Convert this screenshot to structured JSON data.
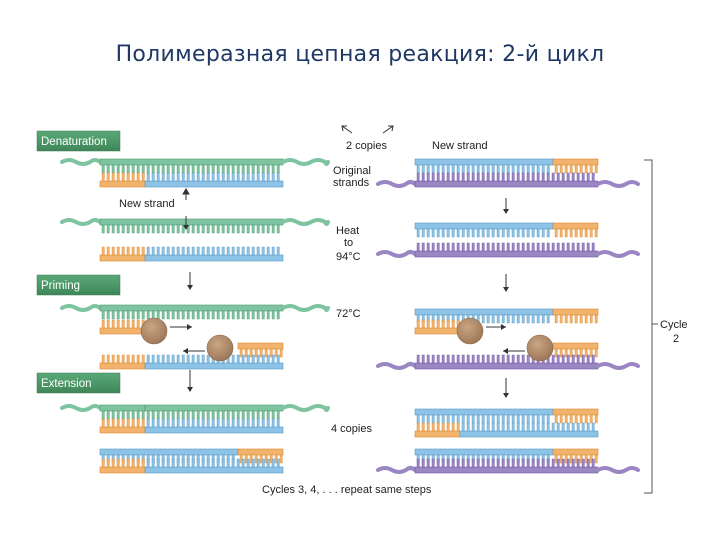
{
  "title": "Полимеразная цепная реакция: 2-й цикл",
  "stages": {
    "denaturation": "Denaturation",
    "priming": "Priming",
    "extension": "Extension"
  },
  "labels": {
    "two_copies": "2 copies",
    "new_strand_top": "New strand",
    "original_strands_1": "Original",
    "original_strands_2": "strands",
    "new_strand_left": "New strand",
    "heat_1": "Heat",
    "heat_2": "to",
    "heat_3": "94°C",
    "temp_72": "72°C",
    "four_copies": "4 copies",
    "cycle_1": "Cycle",
    "cycle_2": "2",
    "repeat": "Cycles 3, 4, . . . repeat same steps"
  },
  "colors": {
    "green_strand": "#7fc4a0",
    "blue_strand": "#8cc3e6",
    "orange_primer": "#f2b36c",
    "purple_strand": "#9b86c4",
    "polymerase": "#b08c6a",
    "stage_box": "#4f9a6a"
  }
}
